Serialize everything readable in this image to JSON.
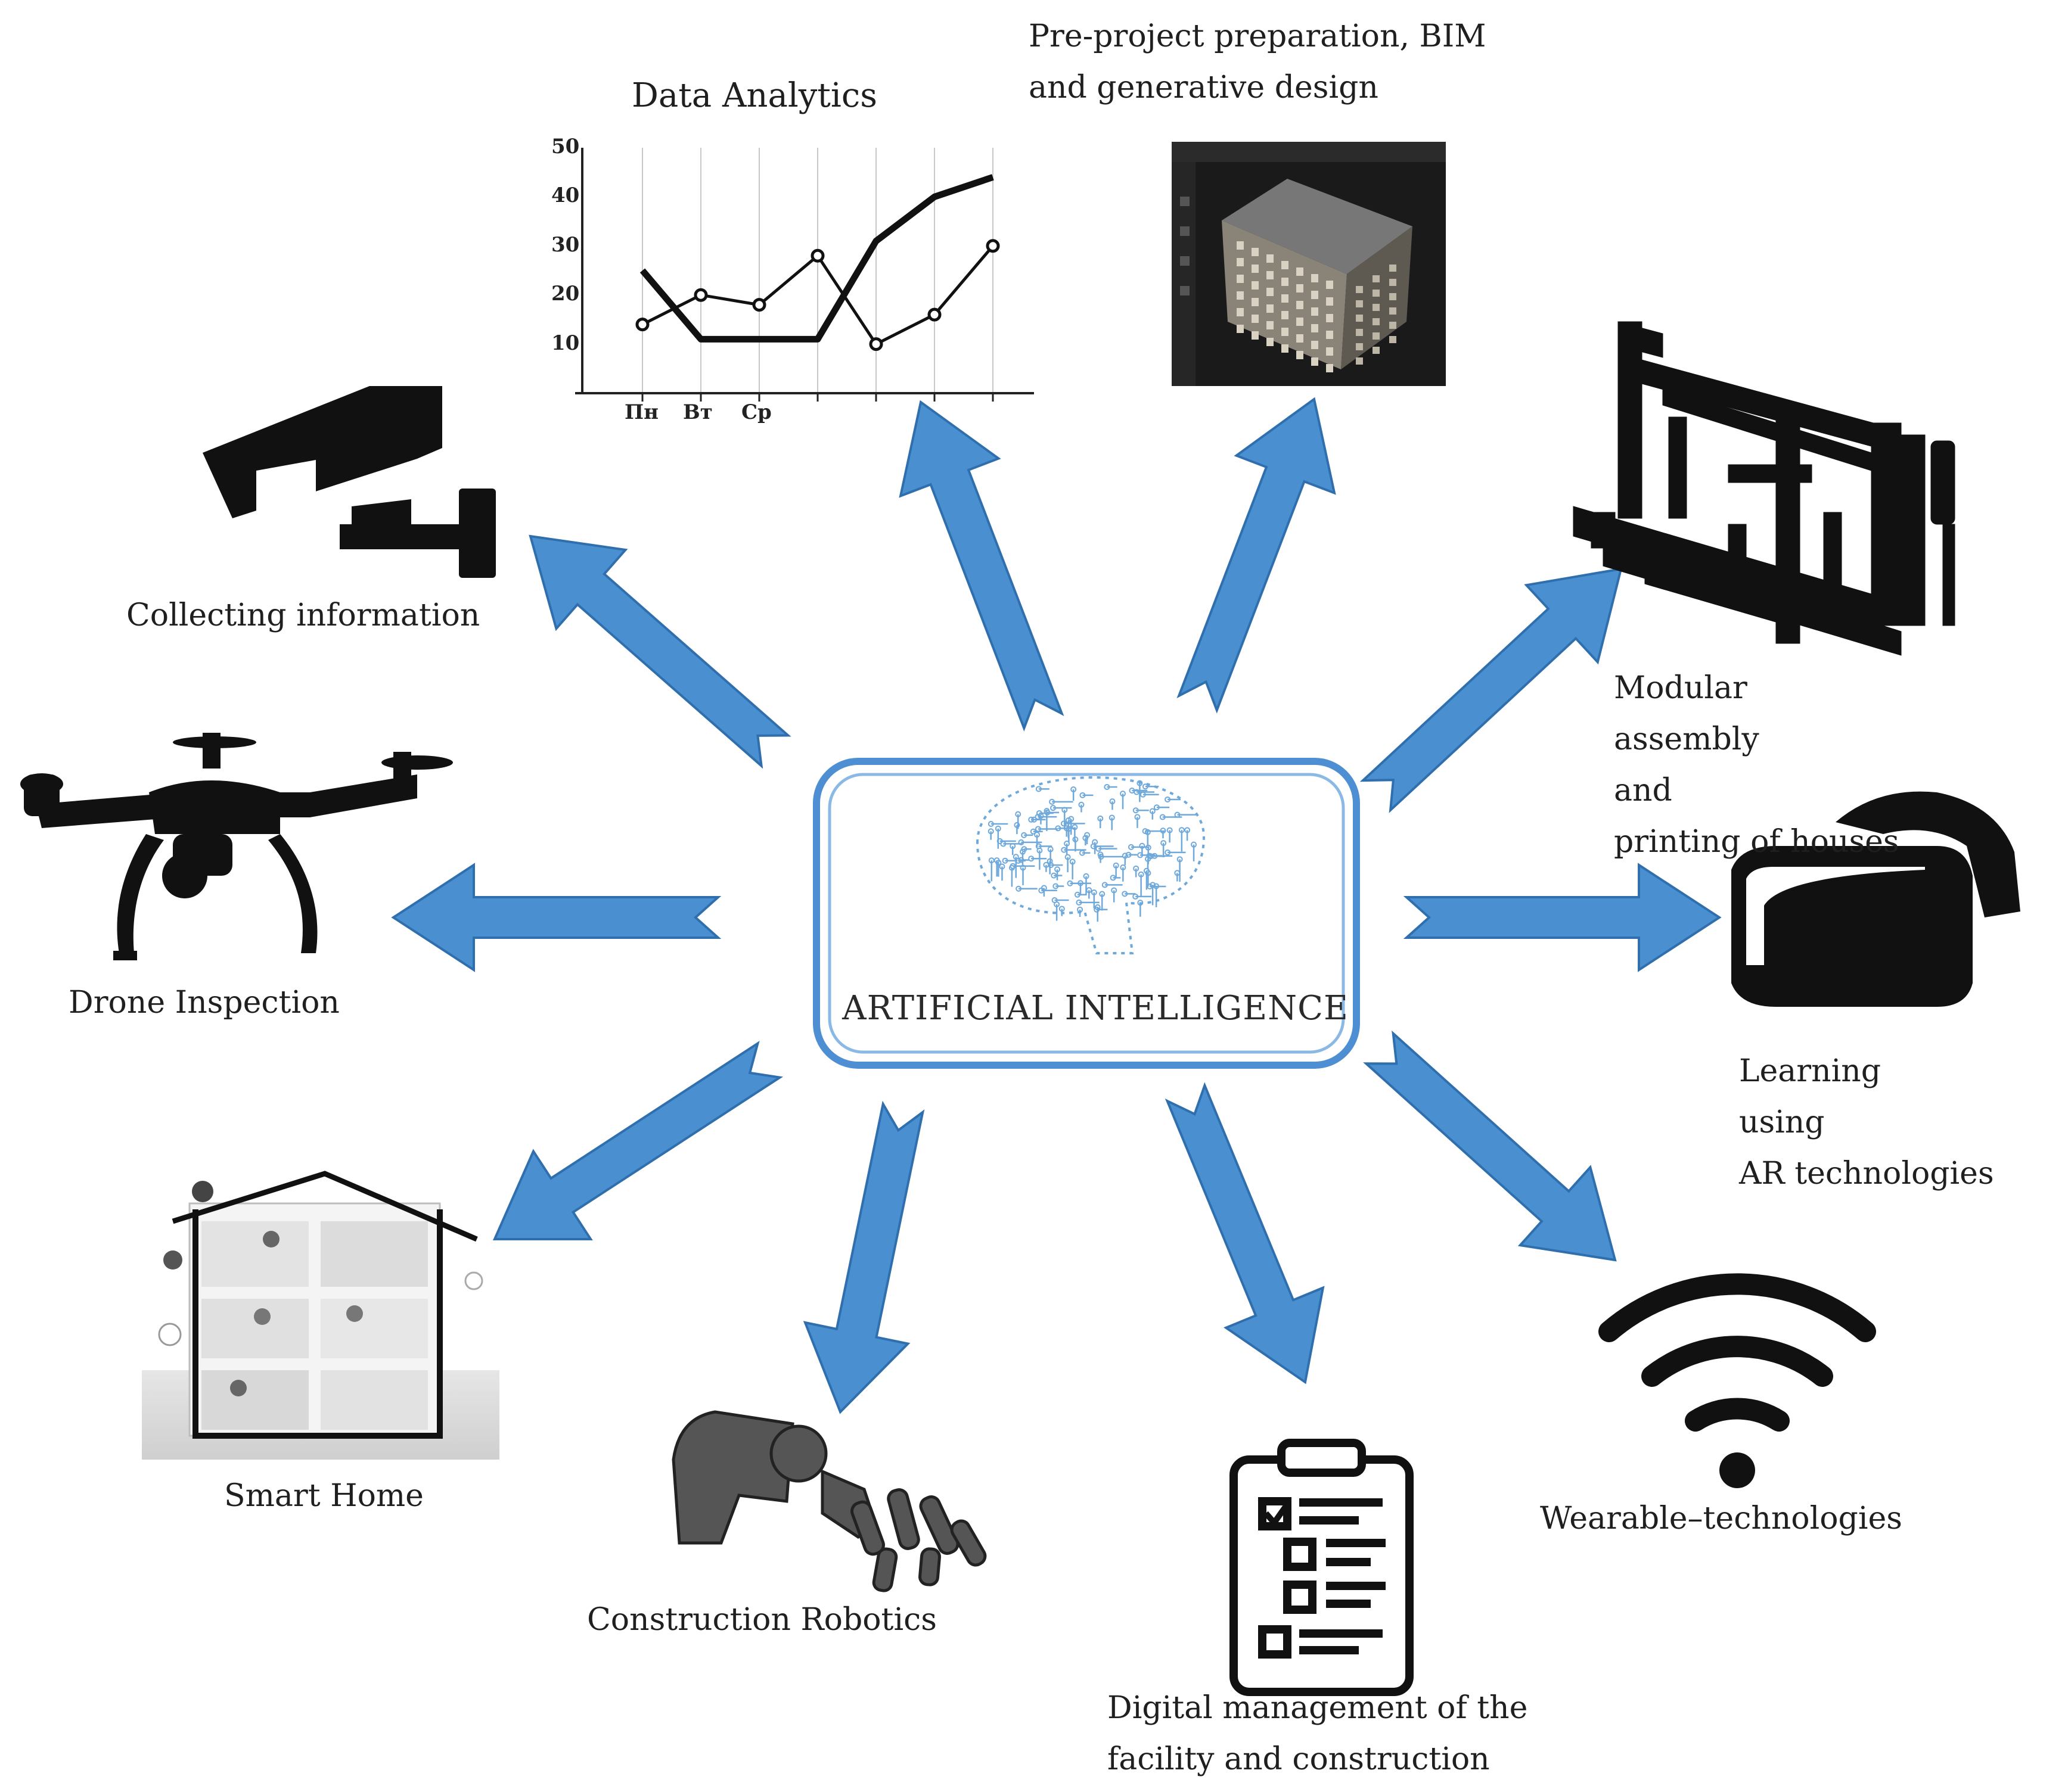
{
  "center": {
    "title": "ARTIFICIAL INTELLIGENCE"
  },
  "nodes": {
    "collecting": {
      "label": "Collecting information"
    },
    "drone": {
      "label": "Drone Inspection"
    },
    "smart_home": {
      "label": "Smart Home"
    },
    "robotics": {
      "label": "Construction Robotics"
    },
    "digital_mgmt": {
      "line1": "Digital management of the",
      "line2": "facility and construction"
    },
    "wearable": {
      "label": "Wearable–technologies"
    },
    "ar": {
      "line1_a": "Learning",
      "line1_b": "using",
      "line2": "AR technologies"
    },
    "modular": {
      "line1_a": "Modular",
      "line1_b": "assembly",
      "line1_c": "and",
      "line2": "printing of houses"
    },
    "bim": {
      "line1": "Pre-project preparation, BIM",
      "line2": "and generative design"
    }
  },
  "chart_data": {
    "type": "line",
    "title": "Data Analytics",
    "categories": [
      "Пн",
      "Вт",
      "Ср",
      "",
      "",
      "",
      ""
    ],
    "x_tick_labels": [
      "Пн",
      "Вт",
      "Ср"
    ],
    "y_ticks": [
      10,
      20,
      30,
      40,
      50
    ],
    "ylim": [
      0,
      50
    ],
    "series": [
      {
        "style": "thick",
        "values": [
          25,
          11,
          11,
          11,
          31,
          40,
          44
        ]
      },
      {
        "style": "thin-markers",
        "values": [
          14,
          20,
          18,
          28,
          10,
          16,
          30
        ]
      }
    ],
    "grid": "vertical"
  },
  "colors": {
    "arrow": "#4a8fd0",
    "arrow_edge": "#2f6fad",
    "frame": "#4d8fd2",
    "brain": "#6fa9db",
    "icon": "#111111"
  }
}
